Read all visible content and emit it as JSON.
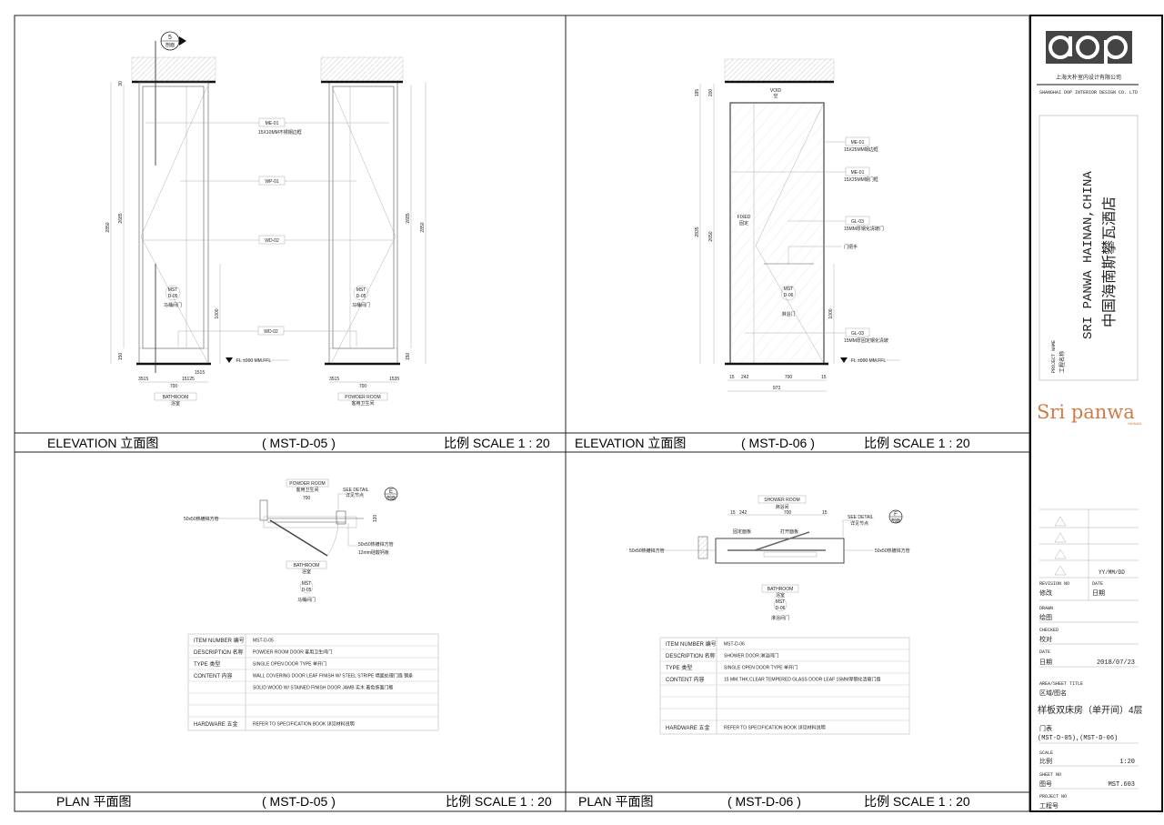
{
  "captions": {
    "elev05_title": "ELEVATION 立面图",
    "elev05_code": "( MST-D-05 )",
    "elev05_scale": "比例 SCALE 1 : 20",
    "elev06_title": "ELEVATION 立面图",
    "elev06_code": "( MST-D-06 )",
    "elev06_scale": "比例 SCALE 1 : 20",
    "plan05_title": "PLAN 平面图",
    "plan05_code": "( MST-D-05 )",
    "plan05_scale": "比例 SCALE 1 : 20",
    "plan06_title": "PLAN 平面图",
    "plan06_code": "( MST-D-06 )",
    "plan06_scale": "比例 SCALE 1 : 20"
  },
  "elev05": {
    "section_no": "5",
    "section_label": "剖面",
    "me01": "ME-01",
    "me01_desc": "15X10MM不锈钢边框",
    "wp01": "WP-01",
    "wd02a": "WD-02",
    "wd02b": "WD-02",
    "mst": "MST",
    "mst_code": "D-05",
    "mst_name": "马桶间门",
    "dim_2850": "2850",
    "dim_2685": "2685",
    "dim_150": "150",
    "dim_30": "30",
    "dim_1000": "1000",
    "dim_700": "700",
    "dim_left_small": "3515",
    "dim_mid_small": "15125",
    "dim_right_small": "1515",
    "dim_right2_small": "1535",
    "fl": "FL ±000 MM.FFL",
    "room_left": "BATHROOM",
    "room_left_cn": "浴室",
    "room_right": "POWDER ROOM",
    "room_right_cn": "客用卫生间"
  },
  "elev06": {
    "void": "VOID",
    "void_cn": "空",
    "me01a": "ME-01",
    "me01a_desc": "15X25MM钢边框",
    "me01b": "ME-01",
    "me01b_desc": "15X25MM钢门框",
    "gl03a": "GL-03",
    "gl03a_desc": "15MM厚钢化清玻门",
    "handle": "门把手",
    "gl03b": "GL-03",
    "gl03b_desc": "15MM厚固定钢化清玻",
    "fixed": "FIXED",
    "fixed_cn": "固定",
    "mst": "MST",
    "mst_code": "D-06",
    "mst_name": "淋浴门",
    "dim_185": "185",
    "dim_200": "200",
    "dim_2835": "2835",
    "dim_2650": "2650",
    "dim_1000": "1000",
    "dim_15a": "15",
    "dim_242": "242",
    "dim_700": "700",
    "dim_15b": "15",
    "dim_973": "973",
    "fl": "FL ±000 MM.FFL"
  },
  "plan05": {
    "room_top": "POWDER ROOM",
    "room_top_cn": "客用卫生间",
    "dim_700": "700",
    "see_detail": "SEE DETAIL",
    "see_detail_cn": "详见节点",
    "detail_mark": "E",
    "detail_mark_cn": "剖面",
    "pipe_left": "50x50热镀锌方管",
    "pipe_right": "50x50热镀锌方管",
    "board": "12mm硅酸钙板",
    "dim_120": "120",
    "room_bottom": "BATHROOM",
    "room_bottom_cn": "浴室",
    "mst": "MST",
    "mst_code": "D-05",
    "mst_name": "马桶间门"
  },
  "plan06": {
    "room_top": "SHOWER ROOM",
    "room_top_cn": "淋浴间",
    "dim_15a": "15",
    "dim_242": "242",
    "dim_700": "700",
    "dim_15b": "15",
    "fixed_panel": "固定面板",
    "open_panel": "打开面板",
    "see_detail": "SEE DETAIL",
    "see_detail_cn": "详见节点",
    "detail_mark": "F",
    "detail_mark_cn": "剖面",
    "pipe_left": "50x50热镀锌方管",
    "pipe_right": "50x50热镀锌方管",
    "room_bottom": "BATHROOM",
    "room_bottom_cn": "浴室",
    "mst": "MST",
    "mst_code": "D-06",
    "mst_name": "淋浴间门"
  },
  "table05": {
    "rows": [
      {
        "label": "ITEM NUMBER 编号",
        "value": "MST-D-05"
      },
      {
        "label": "DESCRIPTION 名称",
        "value": "POWDER ROOM DOOR 客用卫生间门"
      },
      {
        "label": "TYPE 类型",
        "value": "SINGLE OPEN DOOR TYPE  单开门"
      },
      {
        "label": "CONTENT 内容",
        "value": "WALL COVERING DOOR LEAF FINISH W/ STEEL STRIPE  墙面处理门扇  钢条"
      },
      {
        "label": "",
        "value": "SOLID WOOD W/ STAINED FINISH DOOR JAMB  实木 着色饰面门框"
      },
      {
        "label": "",
        "value": ""
      },
      {
        "label": "",
        "value": ""
      },
      {
        "label": "HARDWARE 五金",
        "value": "REFER TO SPECIFICATION BOOK  详见材料说明"
      }
    ]
  },
  "table06": {
    "rows": [
      {
        "label": "ITEM NUMBER 编号",
        "value": "MST-D-06"
      },
      {
        "label": "DESCRIPTION 名称",
        "value": "SHOWER DOOR  淋浴间门"
      },
      {
        "label": "TYPE 类型",
        "value": "SINGLE OPEN DOOR TYPE  单开门"
      },
      {
        "label": "CONTENT 内容",
        "value": "15 MM.THK.CLEAR TEMPERED GLASS DOOR LEAF  15MM厚钢化清玻门扇"
      },
      {
        "label": "",
        "value": ""
      },
      {
        "label": "",
        "value": ""
      },
      {
        "label": "",
        "value": ""
      },
      {
        "label": "HARDWARE 五金",
        "value": "REFER TO SPECIFICATION BOOK  详见材料说明"
      }
    ]
  },
  "titleblock": {
    "logo": "dop",
    "company_cn": "上海大朴室内设计有限公司",
    "company_en": "SHANGHAI DOP INTERIOR DESIGN CO. LTD",
    "project_name_label": "PROJECT NAME",
    "project_name_label_cn": "工程名称",
    "project_en": "SRI PANWA HAINAN,CHINA",
    "project_cn": "中国海南斯攀瓦酒店",
    "client_logo": "Sri panwa",
    "client_logo_sub": "HAINAN",
    "rev_date_format": "YY/MM/DD",
    "revision_no": "REVISION NO",
    "revision_no_cn": "修改",
    "date_label": "DATE",
    "date_label_cn": "日期",
    "drawn": "DRAWN",
    "drawn_cn": "绘图",
    "checked": "CHECKED",
    "checked_cn": "校对",
    "date2": "DATE",
    "date2_cn": "日期",
    "date_value": "2018/07/23",
    "area_title": "AREA/SHEET TITLE",
    "area_title_cn": "区域/图名",
    "sheet_title": "样板双床房（单开间）4层",
    "sheet_subtitle": "门表",
    "sheet_codes": "(MST-D-05),(MST-D-06)",
    "scale": "SCALE",
    "scale_cn": "比例",
    "scale_value": "1:20",
    "sheet_no": "SHEET NO",
    "sheet_no_cn": "图号",
    "sheet_no_value": "MST.603",
    "project_no": "PROJECT NO",
    "project_no_cn": "工程号"
  }
}
